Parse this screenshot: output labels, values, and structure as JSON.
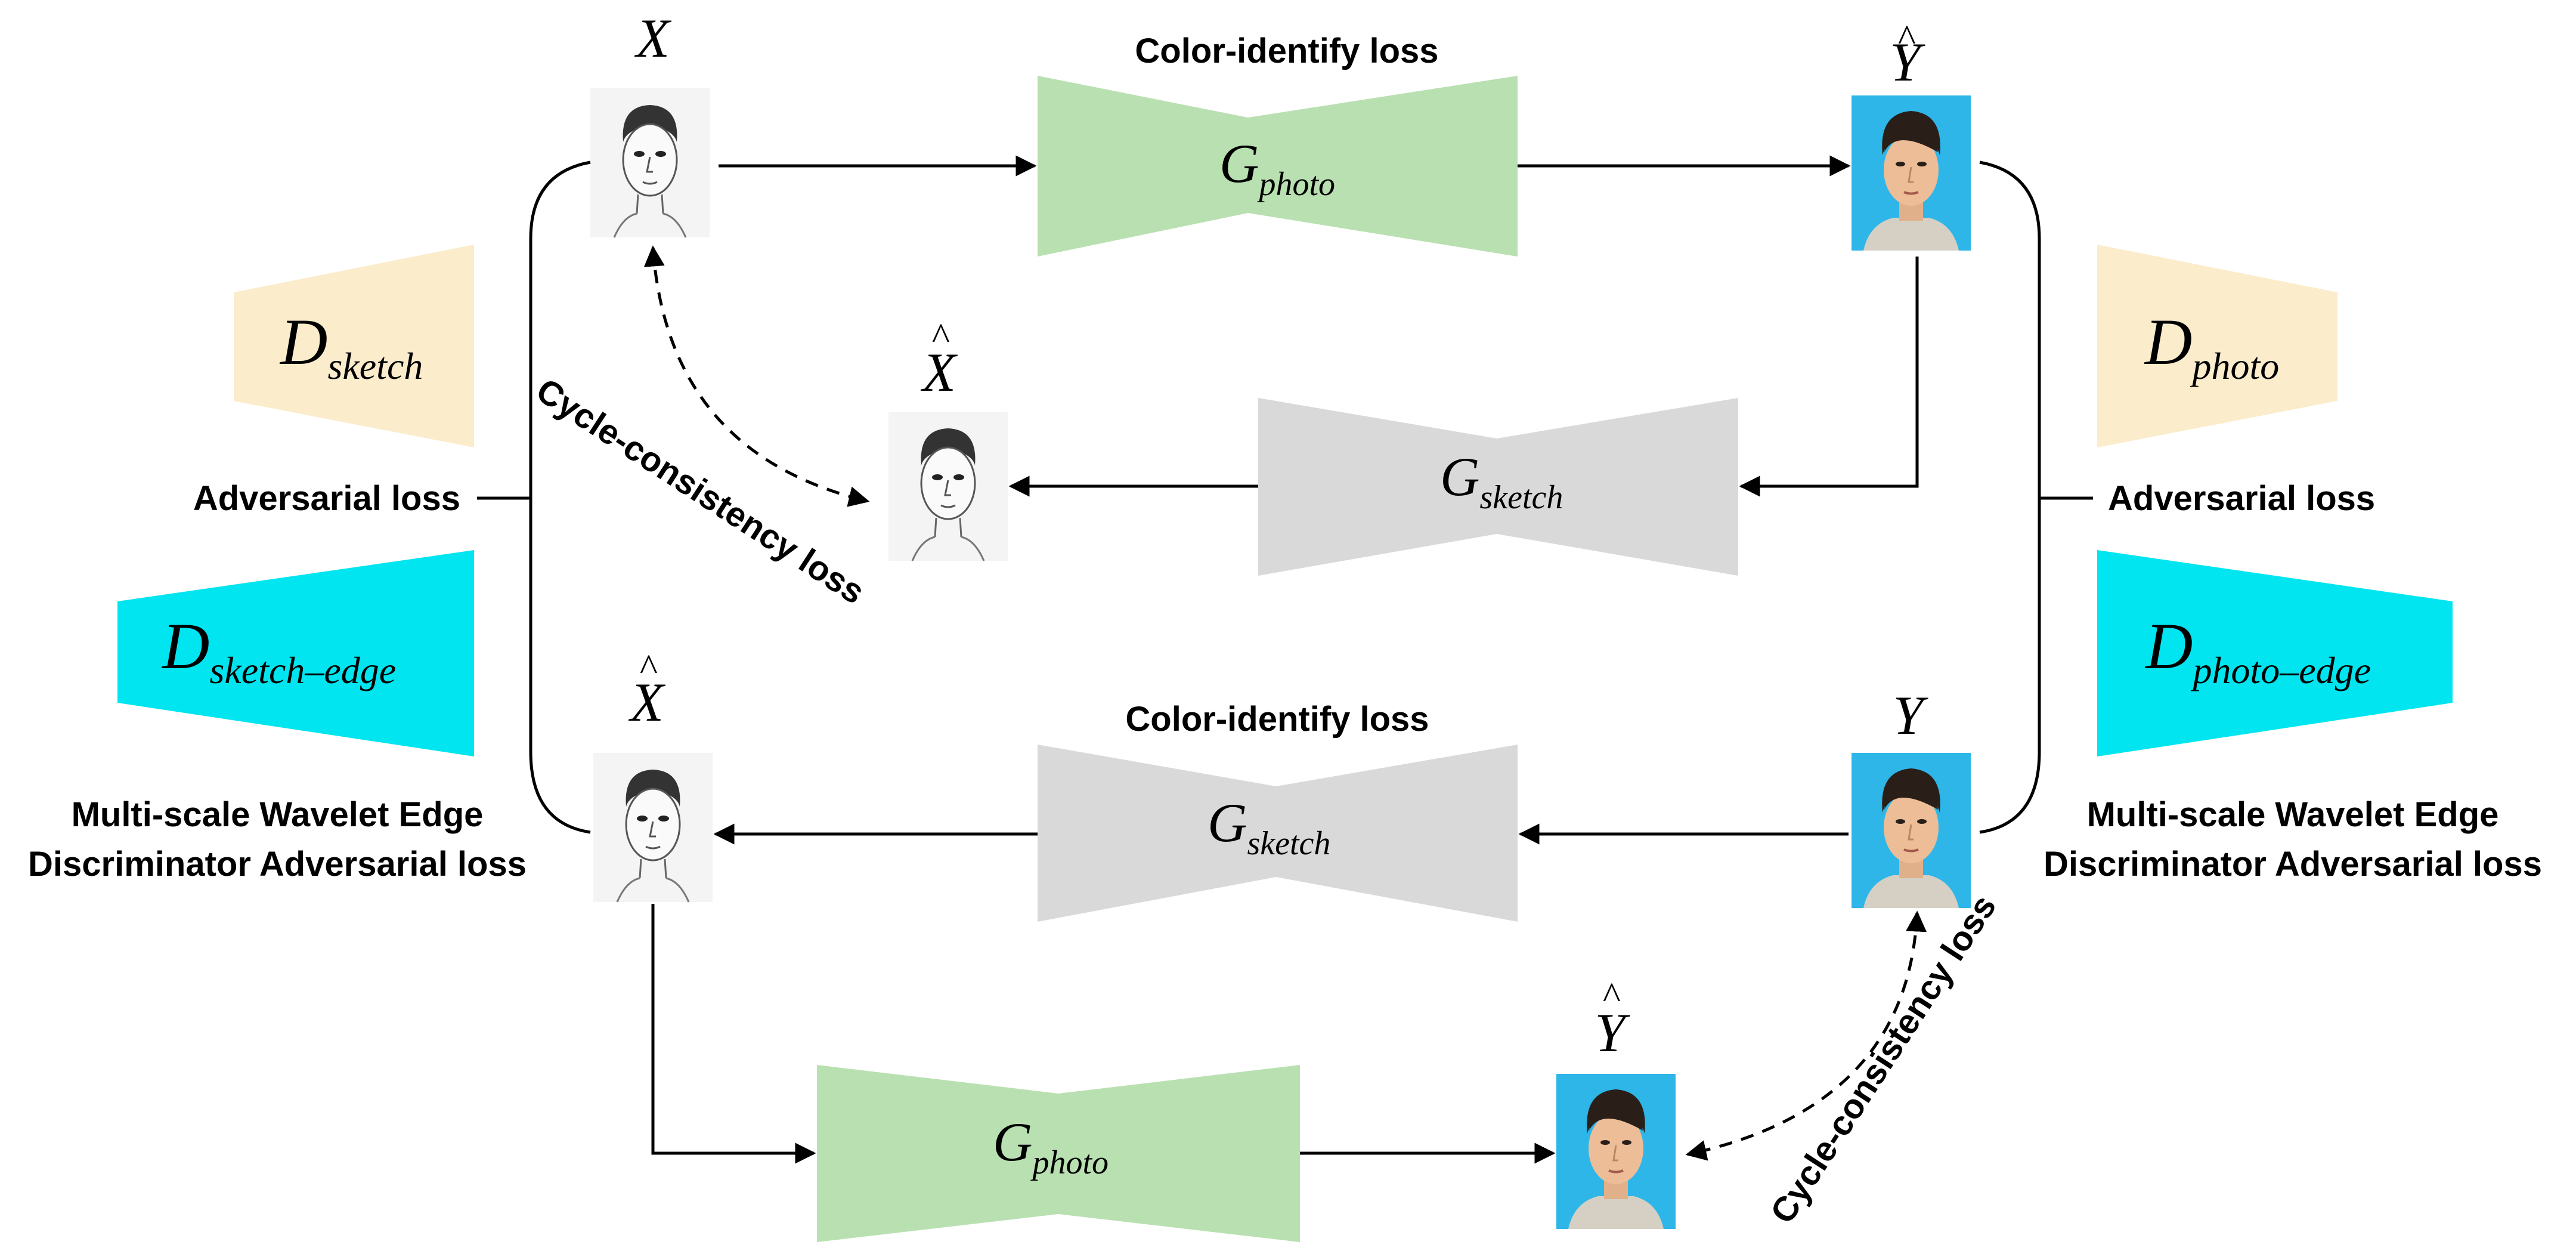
{
  "colors": {
    "generator_photo": "#b9e0b1",
    "generator_sketch": "#d9d9d9",
    "discriminator": "#fbeccb",
    "edge_discriminator": "#00e5ef",
    "photo_background": "#2eb6e8",
    "sketch_background": "#f4f4f4",
    "line": "#000000"
  },
  "icons": {
    "sketch_face": "sketch-face-icon",
    "photo_face": "photo-face-icon"
  },
  "top_cycle": {
    "loss_label": "Color-identify loss",
    "generator": {
      "main": "G",
      "sub": "photo"
    },
    "input_symbol": {
      "main": "X",
      "hat": ""
    },
    "output_symbol": {
      "main": "Y",
      "hat": "^"
    },
    "reverse_generator": {
      "main": "G",
      "sub": "sketch"
    },
    "reconstruction_symbol": {
      "main": "X",
      "hat": "^"
    },
    "cycle_loss_label": "Cycle-consistency loss"
  },
  "bottom_cycle": {
    "loss_label": "Color-identify loss",
    "generator": {
      "main": "G",
      "sub": "sketch"
    },
    "input_symbol": {
      "main": "Y",
      "hat": ""
    },
    "output_symbol": {
      "main": "X",
      "hat": "^"
    },
    "reverse_generator": {
      "main": "G",
      "sub": "photo"
    },
    "reconstruction_symbol": {
      "main": "Y",
      "hat": "^"
    },
    "cycle_loss_label": "Cycle-consistency loss"
  },
  "left_side": {
    "discriminator": {
      "main": "D",
      "sub": "sketch"
    },
    "adversarial_label": "Adversarial loss",
    "edge_discriminator": {
      "main": "D",
      "sub": "sketch–edge"
    },
    "edge_label_line1": "Multi-scale Wavelet Edge",
    "edge_label_line2": "Discriminator Adversarial loss"
  },
  "right_side": {
    "discriminator": {
      "main": "D",
      "sub": "photo"
    },
    "adversarial_label": "Adversarial loss",
    "edge_discriminator": {
      "main": "D",
      "sub": "photo–edge"
    },
    "edge_label_line1": "Multi-scale Wavelet Edge",
    "edge_label_line2": "Discriminator Adversarial loss"
  }
}
